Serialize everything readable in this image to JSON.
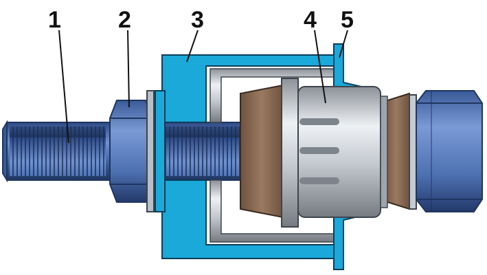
{
  "labels": [
    {
      "id": "1",
      "text": "1"
    },
    {
      "id": "2",
      "text": "2"
    },
    {
      "id": "3",
      "text": "3"
    },
    {
      "id": "4",
      "text": "4"
    },
    {
      "id": "5",
      "text": "5"
    }
  ],
  "colors": {
    "background": "#ffffff",
    "bolt": "#4a6fb2",
    "bolt_dark": "#1f355f",
    "housing": "#1aa9d8",
    "housing_outline": "#0b3c5a",
    "sleeve": "#d8dde3",
    "cone": "#8a6a52",
    "bushing": "#c9cdd2",
    "callout_line": "#111111"
  }
}
